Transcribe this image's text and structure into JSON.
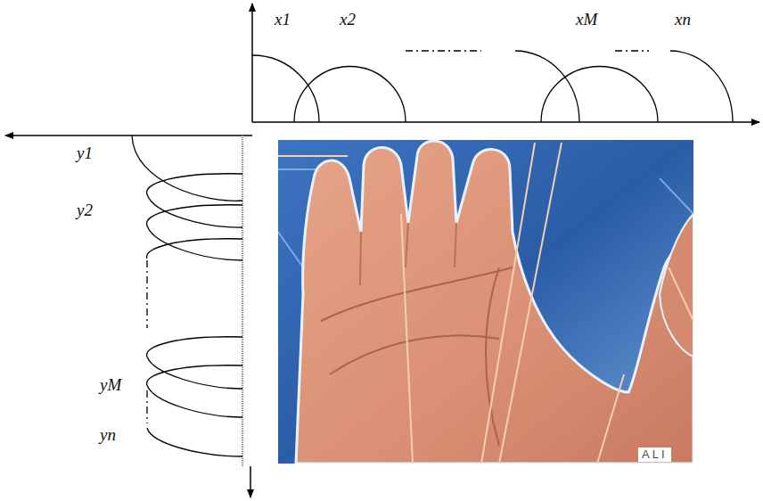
{
  "diagram": {
    "labels": [
      "x1",
      "x2",
      "xM",
      "xn",
      "y1",
      "y2",
      "yM",
      "yn",
      "ALI"
    ]
  }
}
